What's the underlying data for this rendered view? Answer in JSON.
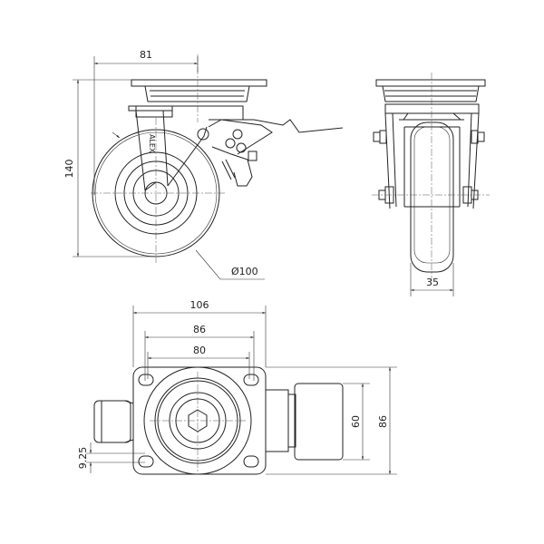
{
  "logo_text": "ALEX",
  "side_view": {
    "width_dim": "81",
    "height_dim": "140",
    "wheel_diameter_dim": "Ø100"
  },
  "front_view": {
    "wheel_width_dim": "35"
  },
  "top_view": {
    "plate_width_dim": "106",
    "hole_outer_dim": "86",
    "hole_inner_dim": "80",
    "slot_dim": "9.25",
    "hole_spacing_dim": "60",
    "plate_depth_dim": "86"
  },
  "colors": {
    "line": "#222222",
    "background": "#ffffff"
  }
}
